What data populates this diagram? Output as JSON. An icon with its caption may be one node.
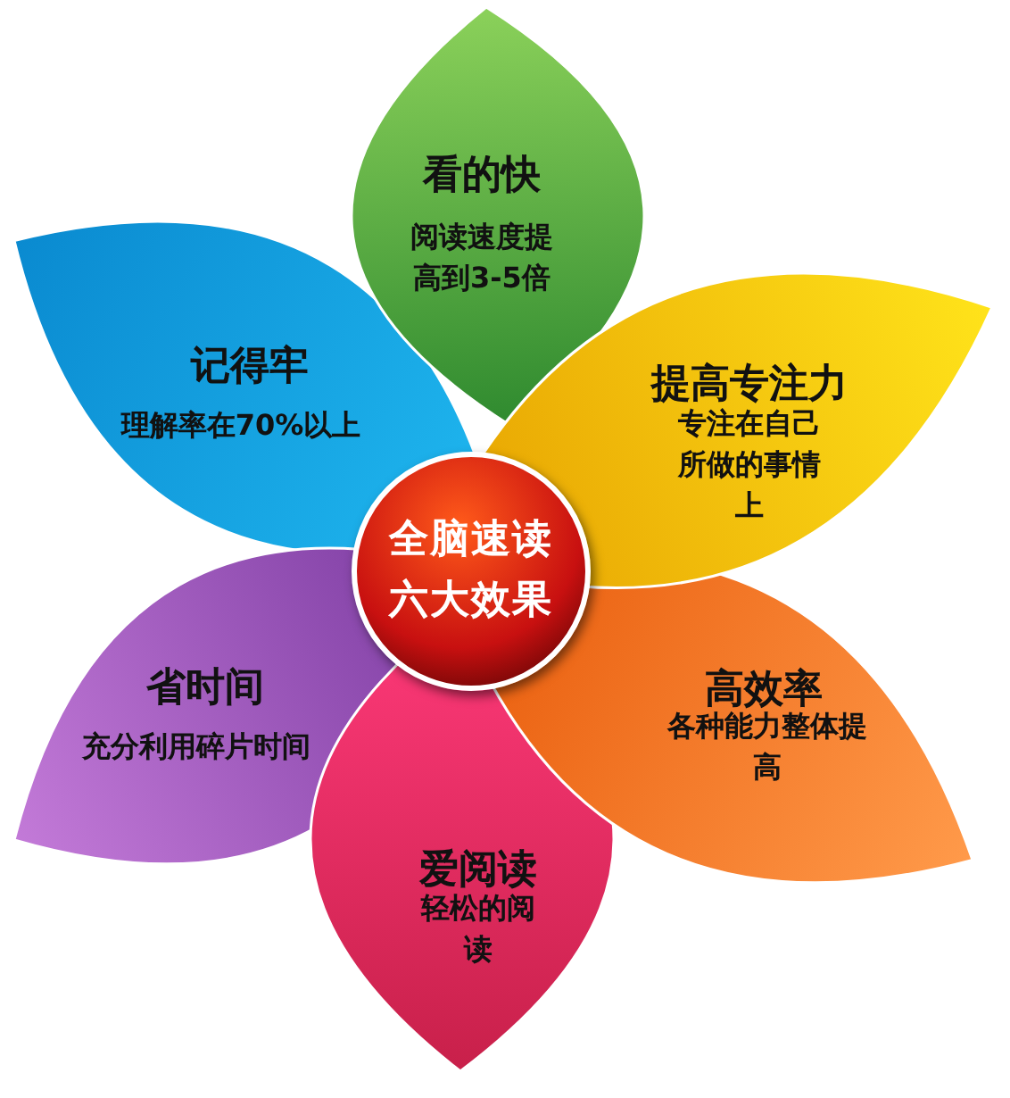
{
  "diagram": {
    "nodes": [
      {
        "text": [
          "全脑速读六大效果"
        ]
      },
      {
        "text": [
          "看的快",
          "阅读速度提高到3-5倍"
        ]
      },
      {
        "text": [
          "提高专注力",
          "专注在自己所做的事情上"
        ]
      },
      {
        "text": [
          "高效率",
          "各种能力整体提高"
        ]
      },
      {
        "text": [
          "爱阅读",
          "轻松的阅读"
        ]
      },
      {
        "text": [
          "省时间",
          "充分利用碎片时间"
        ]
      },
      {
        "text": [
          "记得牢",
          "理解率在70%以上"
        ]
      }
    ]
  }
}
